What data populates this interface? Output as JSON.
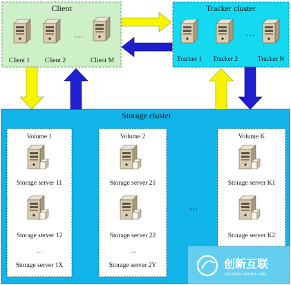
{
  "client": {
    "title": "Client",
    "servers": [
      "Client 1",
      "Client 2",
      "Client M"
    ],
    "ellipsis": "…"
  },
  "tracker": {
    "title": "Tracker cluster",
    "servers": [
      "Tracker 1",
      "Tracker 2",
      "Tracker N"
    ],
    "ellipsis": "…"
  },
  "storage": {
    "title": "Storage cluster",
    "ellipsis": "…",
    "volumes": [
      {
        "title": "Volume 1",
        "servers": [
          "Storage server 11",
          "Storage server 12"
        ],
        "more": "...",
        "last": "Storage server 1X"
      },
      {
        "title": "Volume 2",
        "servers": [
          "Storage server 21",
          "Storage server 22"
        ],
        "more": "...",
        "last": "Storage server 2Y"
      },
      {
        "title": "Volume K",
        "servers": [
          "Storage server K1",
          "Storage server K2"
        ],
        "more": "",
        "last": ""
      }
    ]
  },
  "watermark": {
    "logo_text": "创新互联",
    "logo_sub": "CHUANG XIN HU LIAN"
  },
  "colors": {
    "client_bg": "#cdf0c8",
    "tracker_bg": "#14d9f0",
    "storage_bg": "#10b4e8",
    "volume_bg": "#ffffff",
    "arrow_yellow": "#f8f400",
    "arrow_blue": "#1f1fd0",
    "server_body": "#d8ccb2"
  }
}
